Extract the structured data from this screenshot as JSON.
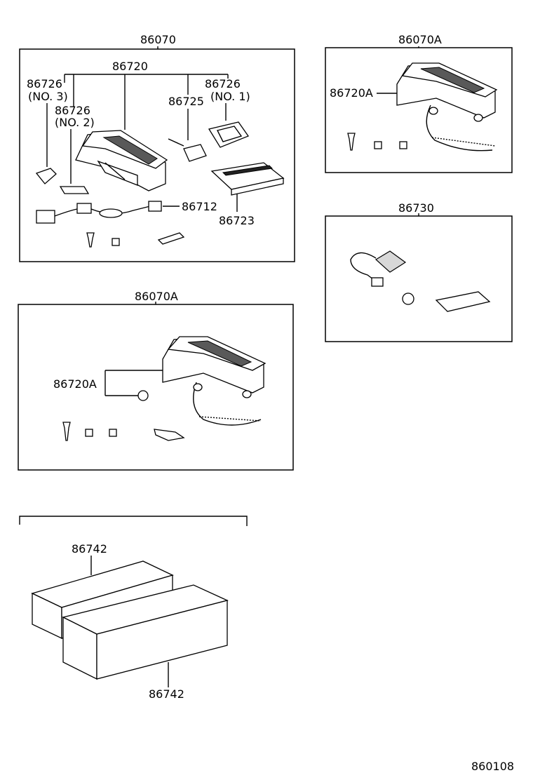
{
  "groups": {
    "assy_86070": {
      "title": "86070",
      "labels": {
        "p86720": "86720",
        "p86726_no3": "86726",
        "no3": "(NO. 3)",
        "p86726_no2": "86726",
        "no2": "(NO. 2)",
        "p86726_no1": "86726",
        "no1": "(NO. 1)",
        "p86725": "86725",
        "p86712": "86712",
        "p86723": "86723"
      }
    },
    "assy_86070A_top": {
      "title": "86070A",
      "labels": {
        "p86720A": "86720A"
      }
    },
    "assy_86730": {
      "title": "86730"
    },
    "assy_86070A_mid": {
      "title": "86070A",
      "labels": {
        "p86720A": "86720A"
      }
    },
    "assy_86742": {
      "labels": {
        "upper": "86742",
        "lower": "86742"
      }
    }
  },
  "figure_number": "860108"
}
